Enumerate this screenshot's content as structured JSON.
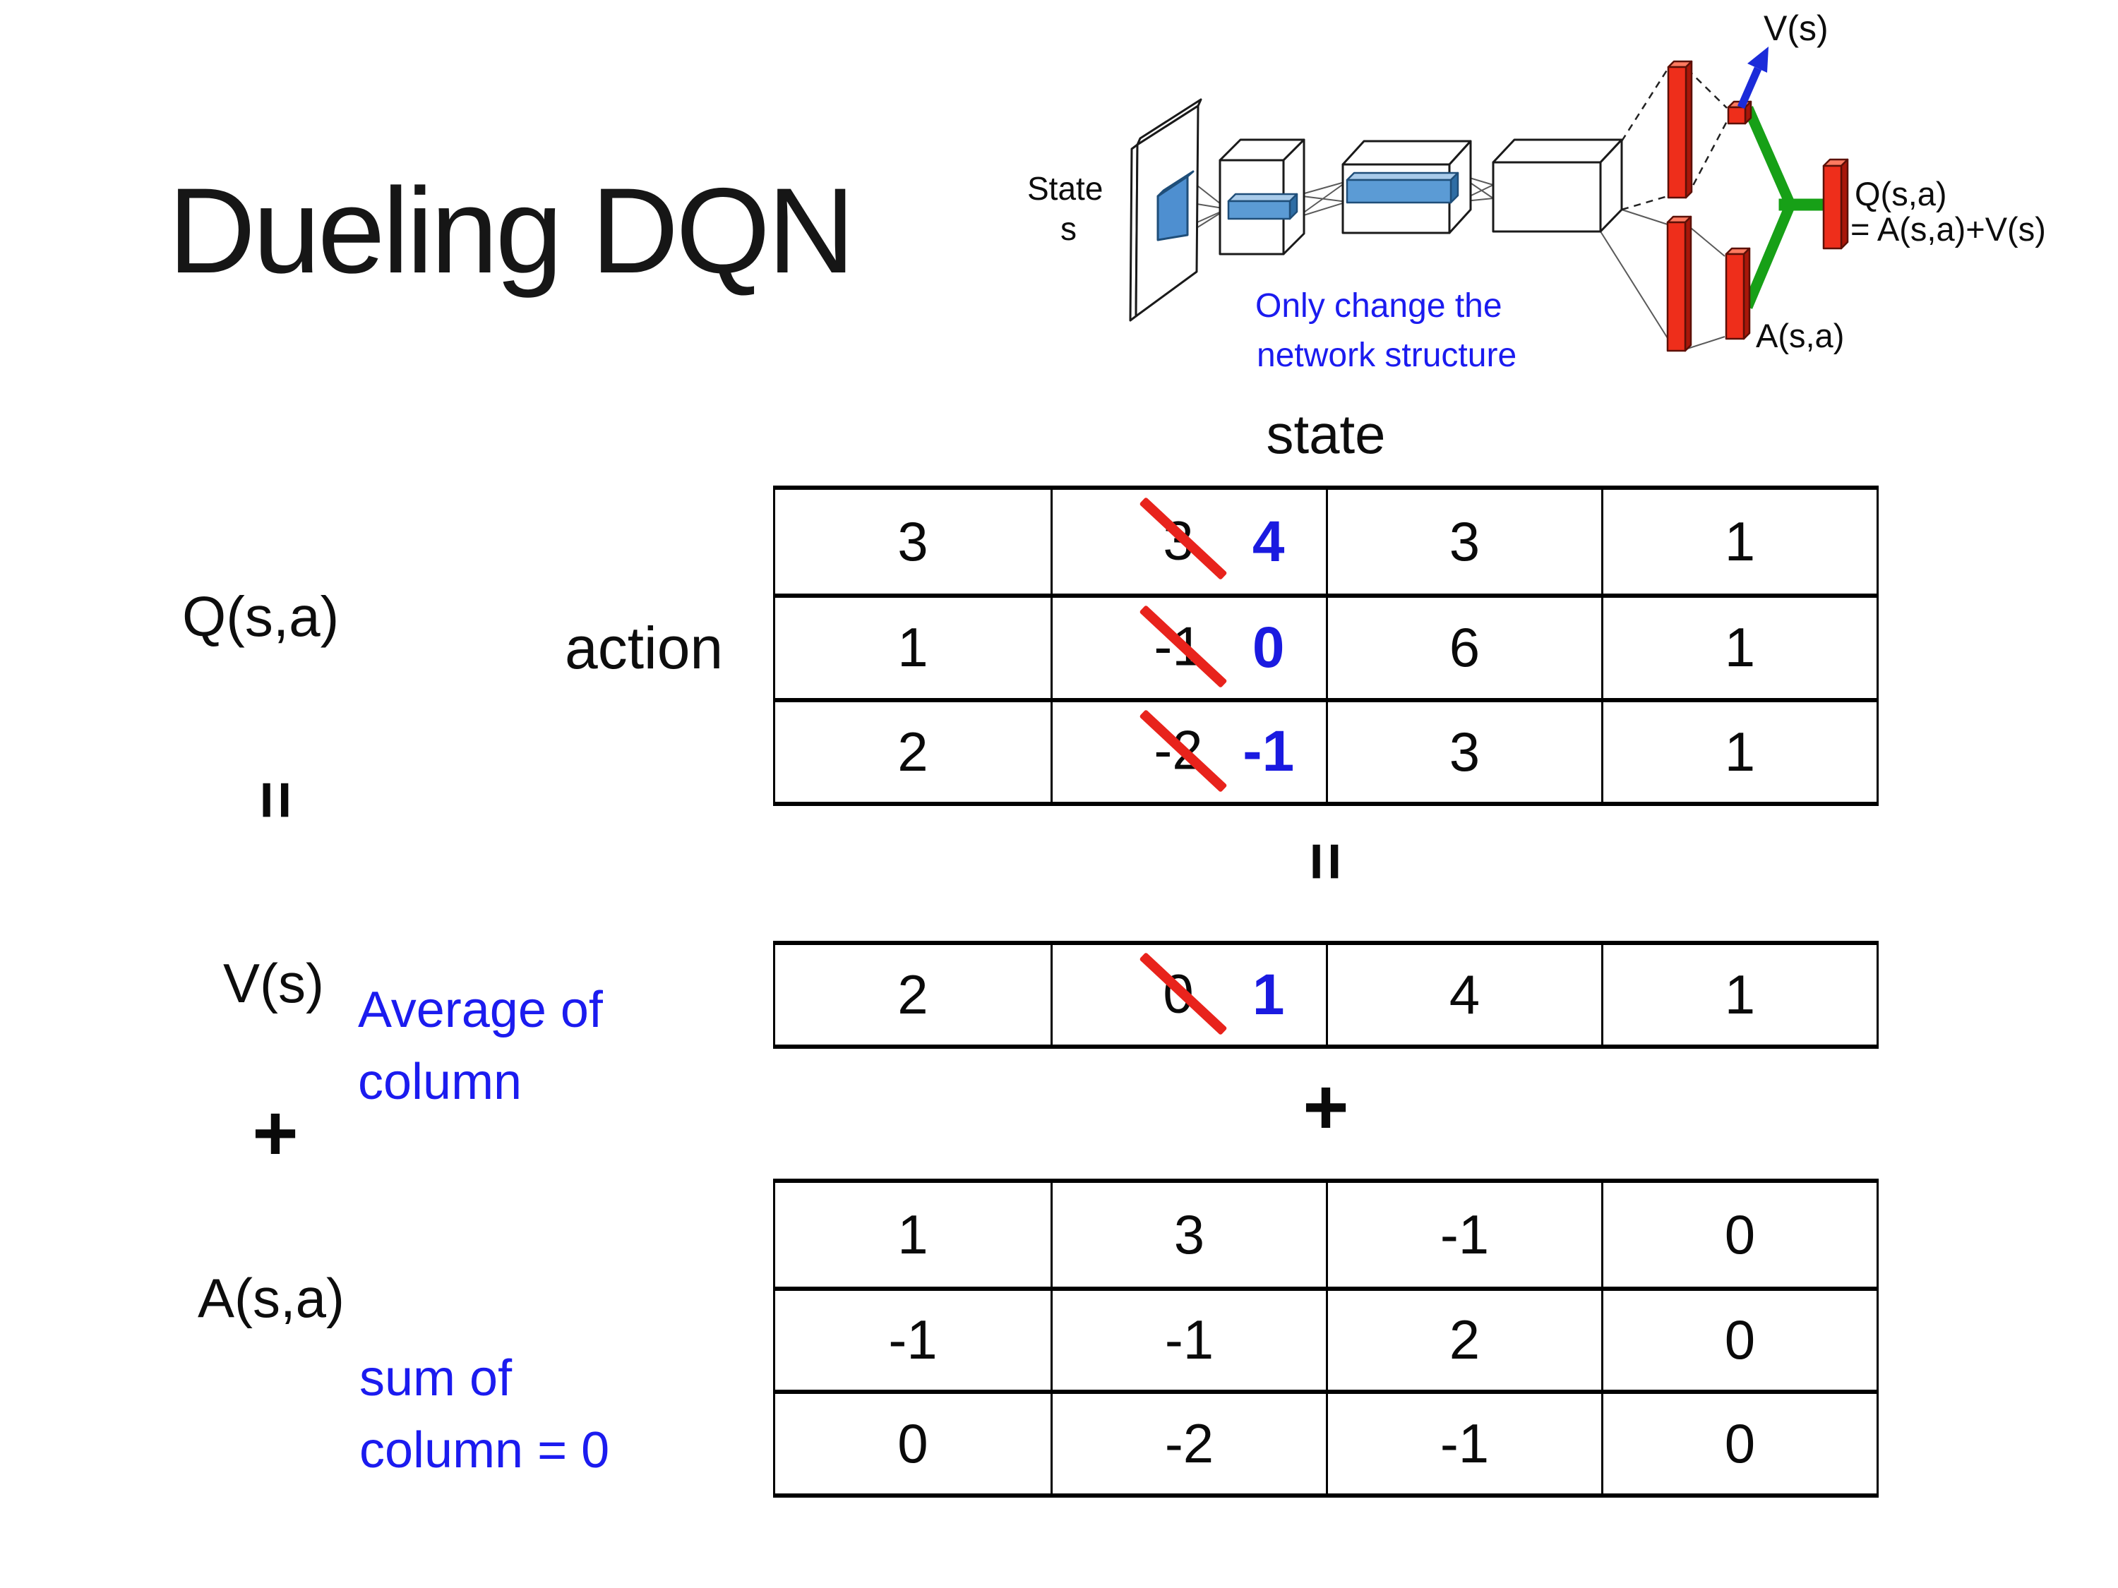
{
  "slide": {
    "title": "Dueling DQN"
  },
  "colors": {
    "annotation_blue": "#1a1ae0",
    "note_blue": "#1b1bef",
    "strike_red": "#e8231c",
    "fc_bar_red": "#ee2e1b",
    "merge_green": "#17a017",
    "conv_layer_blue": "#5b9bd5"
  },
  "diagram": {
    "state_line1": "State",
    "state_line2": "s",
    "note_line1": "Only change the",
    "note_line2": "network structure",
    "v_out_label": "V(s)",
    "a_out_label": "A(s,a)",
    "q_out_line1": "Q(s,a)",
    "q_out_line2": "= A(s,a)+V(s)"
  },
  "labels": {
    "state_header": "state",
    "action": "action",
    "q": "Q(s,a)",
    "v": "V(s)",
    "a": "A(s,a)",
    "equals": "=",
    "plus": "+",
    "v_note1": "Average of",
    "v_note2": "column",
    "a_note1": "sum of",
    "a_note2": "column = 0"
  },
  "tables": {
    "q": {
      "rows": [
        [
          {
            "v": "3"
          },
          {
            "old": "3",
            "new": "4"
          },
          {
            "v": "3"
          },
          {
            "v": "1"
          }
        ],
        [
          {
            "v": "1"
          },
          {
            "old": "-1",
            "new": "0"
          },
          {
            "v": "6"
          },
          {
            "v": "1"
          }
        ],
        [
          {
            "v": "2"
          },
          {
            "old": "-2",
            "new": "-1"
          },
          {
            "v": "3"
          },
          {
            "v": "1"
          }
        ]
      ]
    },
    "v": {
      "rows": [
        [
          {
            "v": "2"
          },
          {
            "old": "0",
            "new": "1"
          },
          {
            "v": "4"
          },
          {
            "v": "1"
          }
        ]
      ]
    },
    "a": {
      "rows": [
        [
          {
            "v": "1"
          },
          {
            "v": "3"
          },
          {
            "v": "-1"
          },
          {
            "v": "0"
          }
        ],
        [
          {
            "v": "-1"
          },
          {
            "v": "-1"
          },
          {
            "v": "2"
          },
          {
            "v": "0"
          }
        ],
        [
          {
            "v": "0"
          },
          {
            "v": "-2"
          },
          {
            "v": "-1"
          },
          {
            "v": "0"
          }
        ]
      ]
    }
  }
}
